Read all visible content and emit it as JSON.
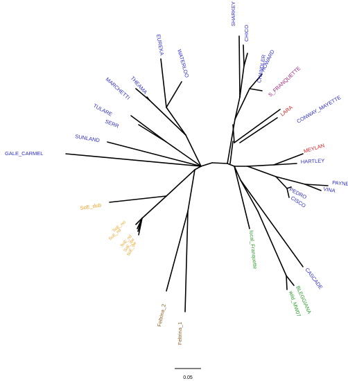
{
  "colors": {
    "blue": "#2b2bcc",
    "red": "#dd2222",
    "purple": "#a0207a",
    "orange": "#f0a020",
    "green": "#2e9a2e",
    "brown": "#8b5a1e",
    "branch": "#000000"
  },
  "leaves": [
    {
      "id": "sharkey",
      "label": "SHARKEY",
      "color": "blue"
    },
    {
      "id": "chico",
      "label": "CHICO",
      "color": "blue"
    },
    {
      "id": "chandler",
      "label": "CHANDLER",
      "color": "blue"
    },
    {
      "id": "howard",
      "label": "HOWARD",
      "color": "blue"
    },
    {
      "id": "s-franquette",
      "label": "S_FRANQUETTE",
      "color": "purple"
    },
    {
      "id": "lara",
      "label": "LARA",
      "color": "red"
    },
    {
      "id": "conway-mayette",
      "label": "CONWAY_MAYETTE",
      "color": "blue"
    },
    {
      "id": "meylan",
      "label": "MEYLAN",
      "color": "red"
    },
    {
      "id": "hartley",
      "label": "HARTLEY",
      "color": "blue"
    },
    {
      "id": "payne",
      "label": "PAYNE",
      "color": "blue"
    },
    {
      "id": "vina",
      "label": "VINA",
      "color": "blue"
    },
    {
      "id": "pedro",
      "label": "PEDRO",
      "color": "blue"
    },
    {
      "id": "cisco",
      "label": "CISCO",
      "color": "blue"
    },
    {
      "id": "cascade",
      "label": "CASCADE",
      "color": "blue"
    },
    {
      "id": "bleggiana",
      "label": "BLEGGIANA",
      "color": "green"
    },
    {
      "id": "wild-mw07",
      "label": "wild_MW07",
      "color": "green"
    },
    {
      "id": "local-franquette",
      "label": "local_Franquette",
      "color": "green"
    },
    {
      "id": "feltrina-1",
      "label": "Feltrina_1",
      "color": "brown"
    },
    {
      "id": "feltrina-2",
      "label": "Feltrina_2",
      "color": "brown"
    },
    {
      "id": "soe-dub",
      "label": "SoE_dub",
      "color": "orange"
    },
    {
      "id": "soe-a",
      "label": "SoE_nci",
      "color": "orange"
    },
    {
      "id": "soe-b",
      "label": "SoE_nd",
      "color": "orange"
    },
    {
      "id": "soe-c",
      "label": "SoE_nd",
      "color": "orange"
    },
    {
      "id": "soe-d",
      "label": "SoE_dw",
      "color": "orange"
    },
    {
      "id": "soe-e",
      "label": "SoE_dw",
      "color": "orange"
    },
    {
      "id": "gale-carmel",
      "label": "GALE_CARMEL",
      "color": "blue"
    },
    {
      "id": "sunland",
      "label": "SUNLAND",
      "color": "blue"
    },
    {
      "id": "serr",
      "label": "SERR",
      "color": "blue"
    },
    {
      "id": "tulare",
      "label": "TULARE",
      "color": "blue"
    },
    {
      "id": "marchetti",
      "label": "MARCHETTI",
      "color": "blue"
    },
    {
      "id": "theama",
      "label": "THEAMA",
      "color": "blue"
    },
    {
      "id": "eureka",
      "label": "EUREKA",
      "color": "blue"
    },
    {
      "id": "waterloo",
      "label": "WATERLOO",
      "color": "blue"
    }
  ],
  "scale_bar": {
    "label": "0.05"
  }
}
